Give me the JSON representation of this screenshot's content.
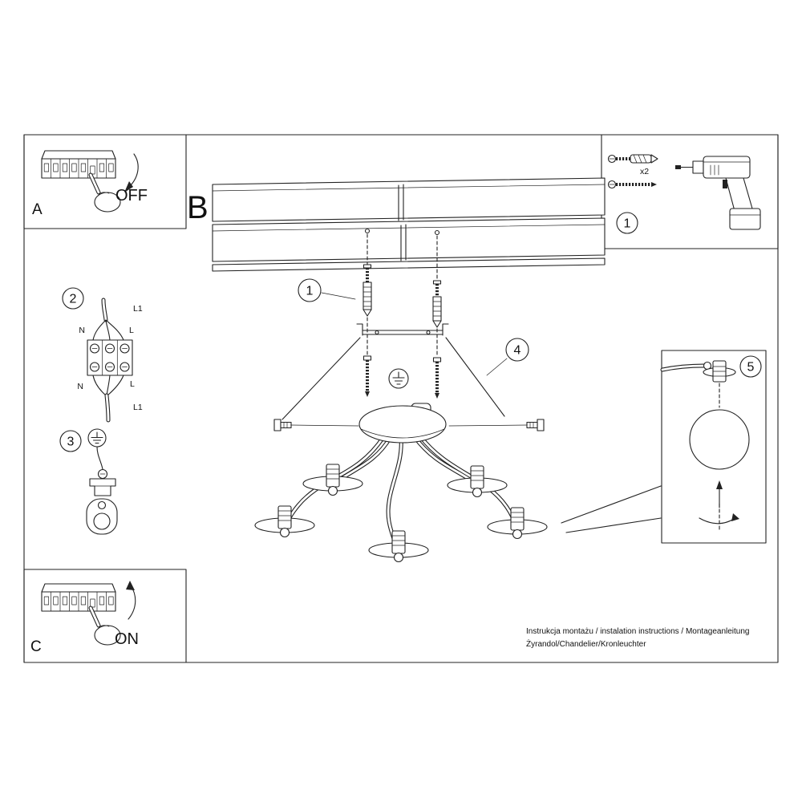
{
  "sheet": {
    "background": "#ffffff",
    "line_color": "#222222"
  },
  "sections": {
    "panel_a_label": "A",
    "panel_a_switch": "OFF",
    "panel_c_label": "C",
    "panel_c_switch": "ON",
    "main_label": "B"
  },
  "tools_panel": {
    "step": "1",
    "anchor_quantity": "x2"
  },
  "step_badges": {
    "anchors": "1",
    "wiring": "2",
    "ground": "3",
    "bracket": "4",
    "bulb": "5"
  },
  "wiring": {
    "top_cable": "L1",
    "top_left": "N",
    "top_right": "L",
    "bottom_left": "N",
    "bottom_right": "L",
    "bottom_cable": "L1"
  },
  "footer": {
    "line1": "Instrukcja montażu / instalation instructions / Montageanleitung",
    "line2": "Żyrandol/Chandelier/Kronleuchter"
  }
}
